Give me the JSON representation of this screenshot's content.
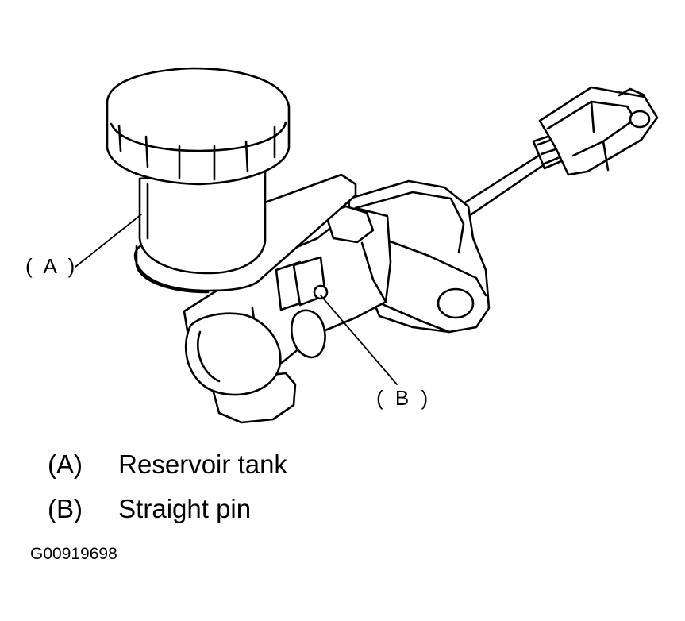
{
  "callouts": {
    "a": "( A )",
    "b": "( B )"
  },
  "legend": [
    {
      "key": "(A)",
      "label": "Reservoir tank"
    },
    {
      "key": "(B)",
      "label": "Straight pin"
    }
  ],
  "figure_id": "G00919698"
}
